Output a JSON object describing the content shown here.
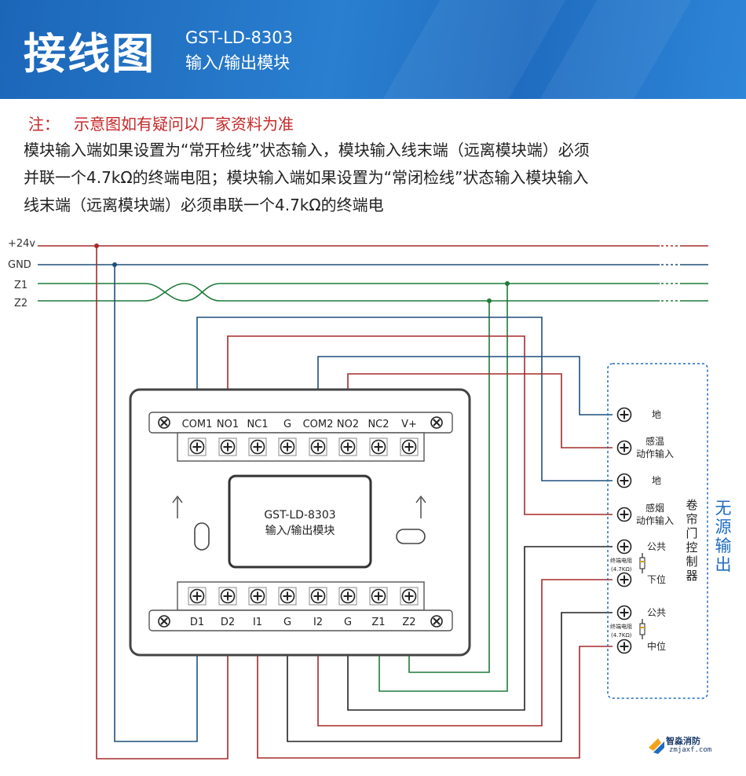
{
  "header": {
    "title": "接线图",
    "model": "GST-LD-8303",
    "subtitle": "输入/输出模块"
  },
  "note": {
    "prefix": "注：",
    "text": "示意图如有疑问以厂家资料为准"
  },
  "paragraph": [
    "模块输入端如果设置为“常开检线”状态输入，模块输入线末端（远离模块端）必须",
    "并联一个4.7kΩ的终端电阻；模块输入端如果设置为“常闭检线”状态输入模块输入",
    "线末端（远离模块端）必须串联一个4.7kΩ的终端电"
  ],
  "bus_lines": [
    "+24v",
    "GND",
    "Z1",
    "Z2"
  ],
  "module": {
    "top_terminals": [
      "COM1",
      "NO1",
      "NC1",
      "G",
      "COM2",
      "NO2",
      "NC2",
      "V+"
    ],
    "bottom_terminals": [
      "D1",
      "D2",
      "I1",
      "G",
      "I2",
      "G",
      "Z1",
      "Z2"
    ],
    "center_model": "GST-LD-8303",
    "center_name": "输入/输出模块"
  },
  "controller": {
    "label": "卷帘门控制器",
    "terminals": [
      "地",
      "感温\n动作输入",
      "地",
      "感烟\n动作输入",
      "公共",
      "下位",
      "公共",
      "中位"
    ],
    "resistor_label_1": "终端电阻",
    "resistor_label_2": "(4.7KΩ)",
    "side_label": "无源输出"
  },
  "colors": {
    "red": "#a52a2a",
    "blue": "#1f4f7a",
    "green": "#1f7a3a",
    "black": "#222222",
    "header": "#1f6cc0"
  },
  "logo": {
    "name": "智淼消防",
    "url": "zmjaxf.com"
  }
}
